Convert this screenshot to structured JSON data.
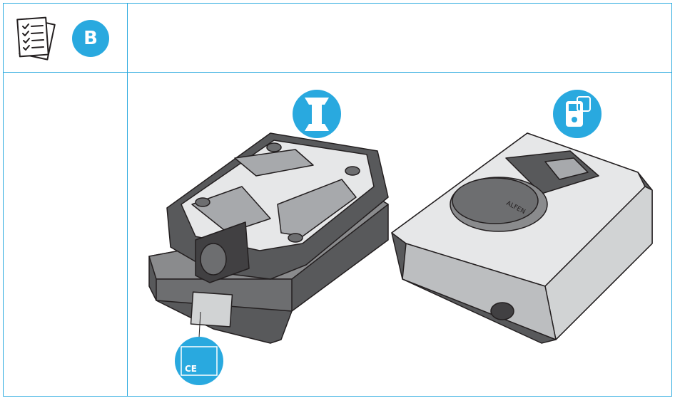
{
  "header": {
    "step_letter": "B",
    "checklist_icon": "checklist-icon"
  },
  "illustration": {
    "mounting_bracket_icon": "mounting-bracket-icon",
    "charger_front_icon": "charger-display-icon",
    "type_label_icon": "type-label-icon",
    "brand_on_cover": "ALFEN",
    "ce_mark": "CE",
    "colors": {
      "accent": "#29a9df",
      "device_light": "#e6e7e8",
      "device_dark": "#58595b",
      "device_mid": "#8a8b8d",
      "outline": "#231f20"
    }
  }
}
